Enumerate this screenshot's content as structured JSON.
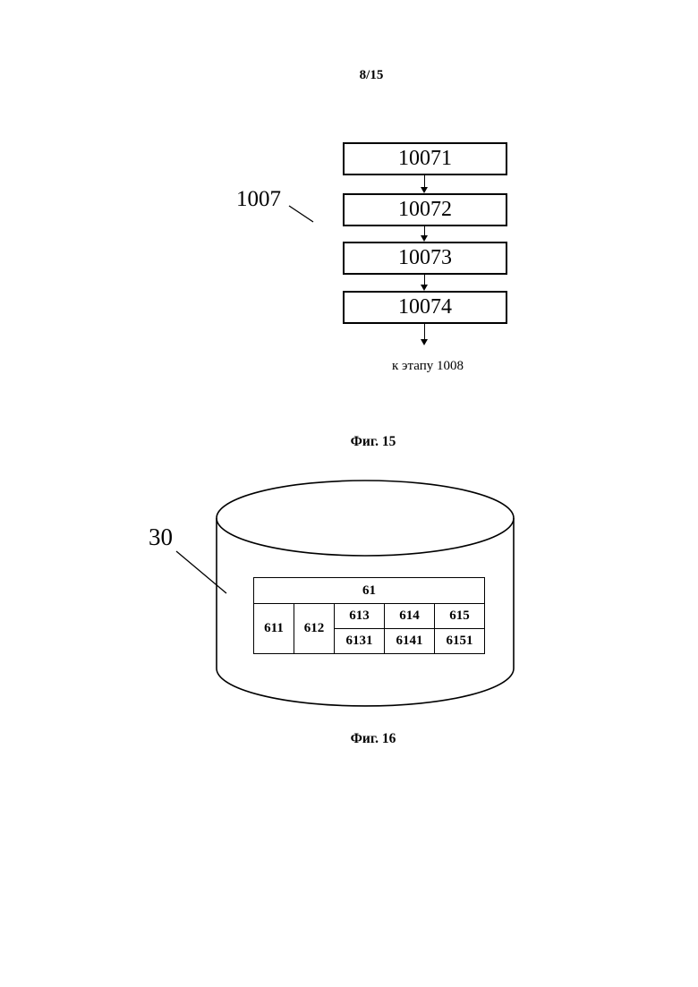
{
  "page": {
    "number": "8/15"
  },
  "fig15": {
    "label": "1007",
    "steps": [
      "10071",
      "10072",
      "10073",
      "10074"
    ],
    "exit_text": "к этапу 1008",
    "caption": "Фиг. 15"
  },
  "fig16": {
    "label": "30",
    "caption": "Фиг. 16",
    "table": {
      "header": "61",
      "col_left": [
        "611",
        "612"
      ],
      "row_top": [
        "613",
        "614",
        "615"
      ],
      "row_bottom": [
        "6131",
        "6141",
        "6151"
      ]
    }
  },
  "colors": {
    "ink": "#000000",
    "background": "#ffffff"
  }
}
